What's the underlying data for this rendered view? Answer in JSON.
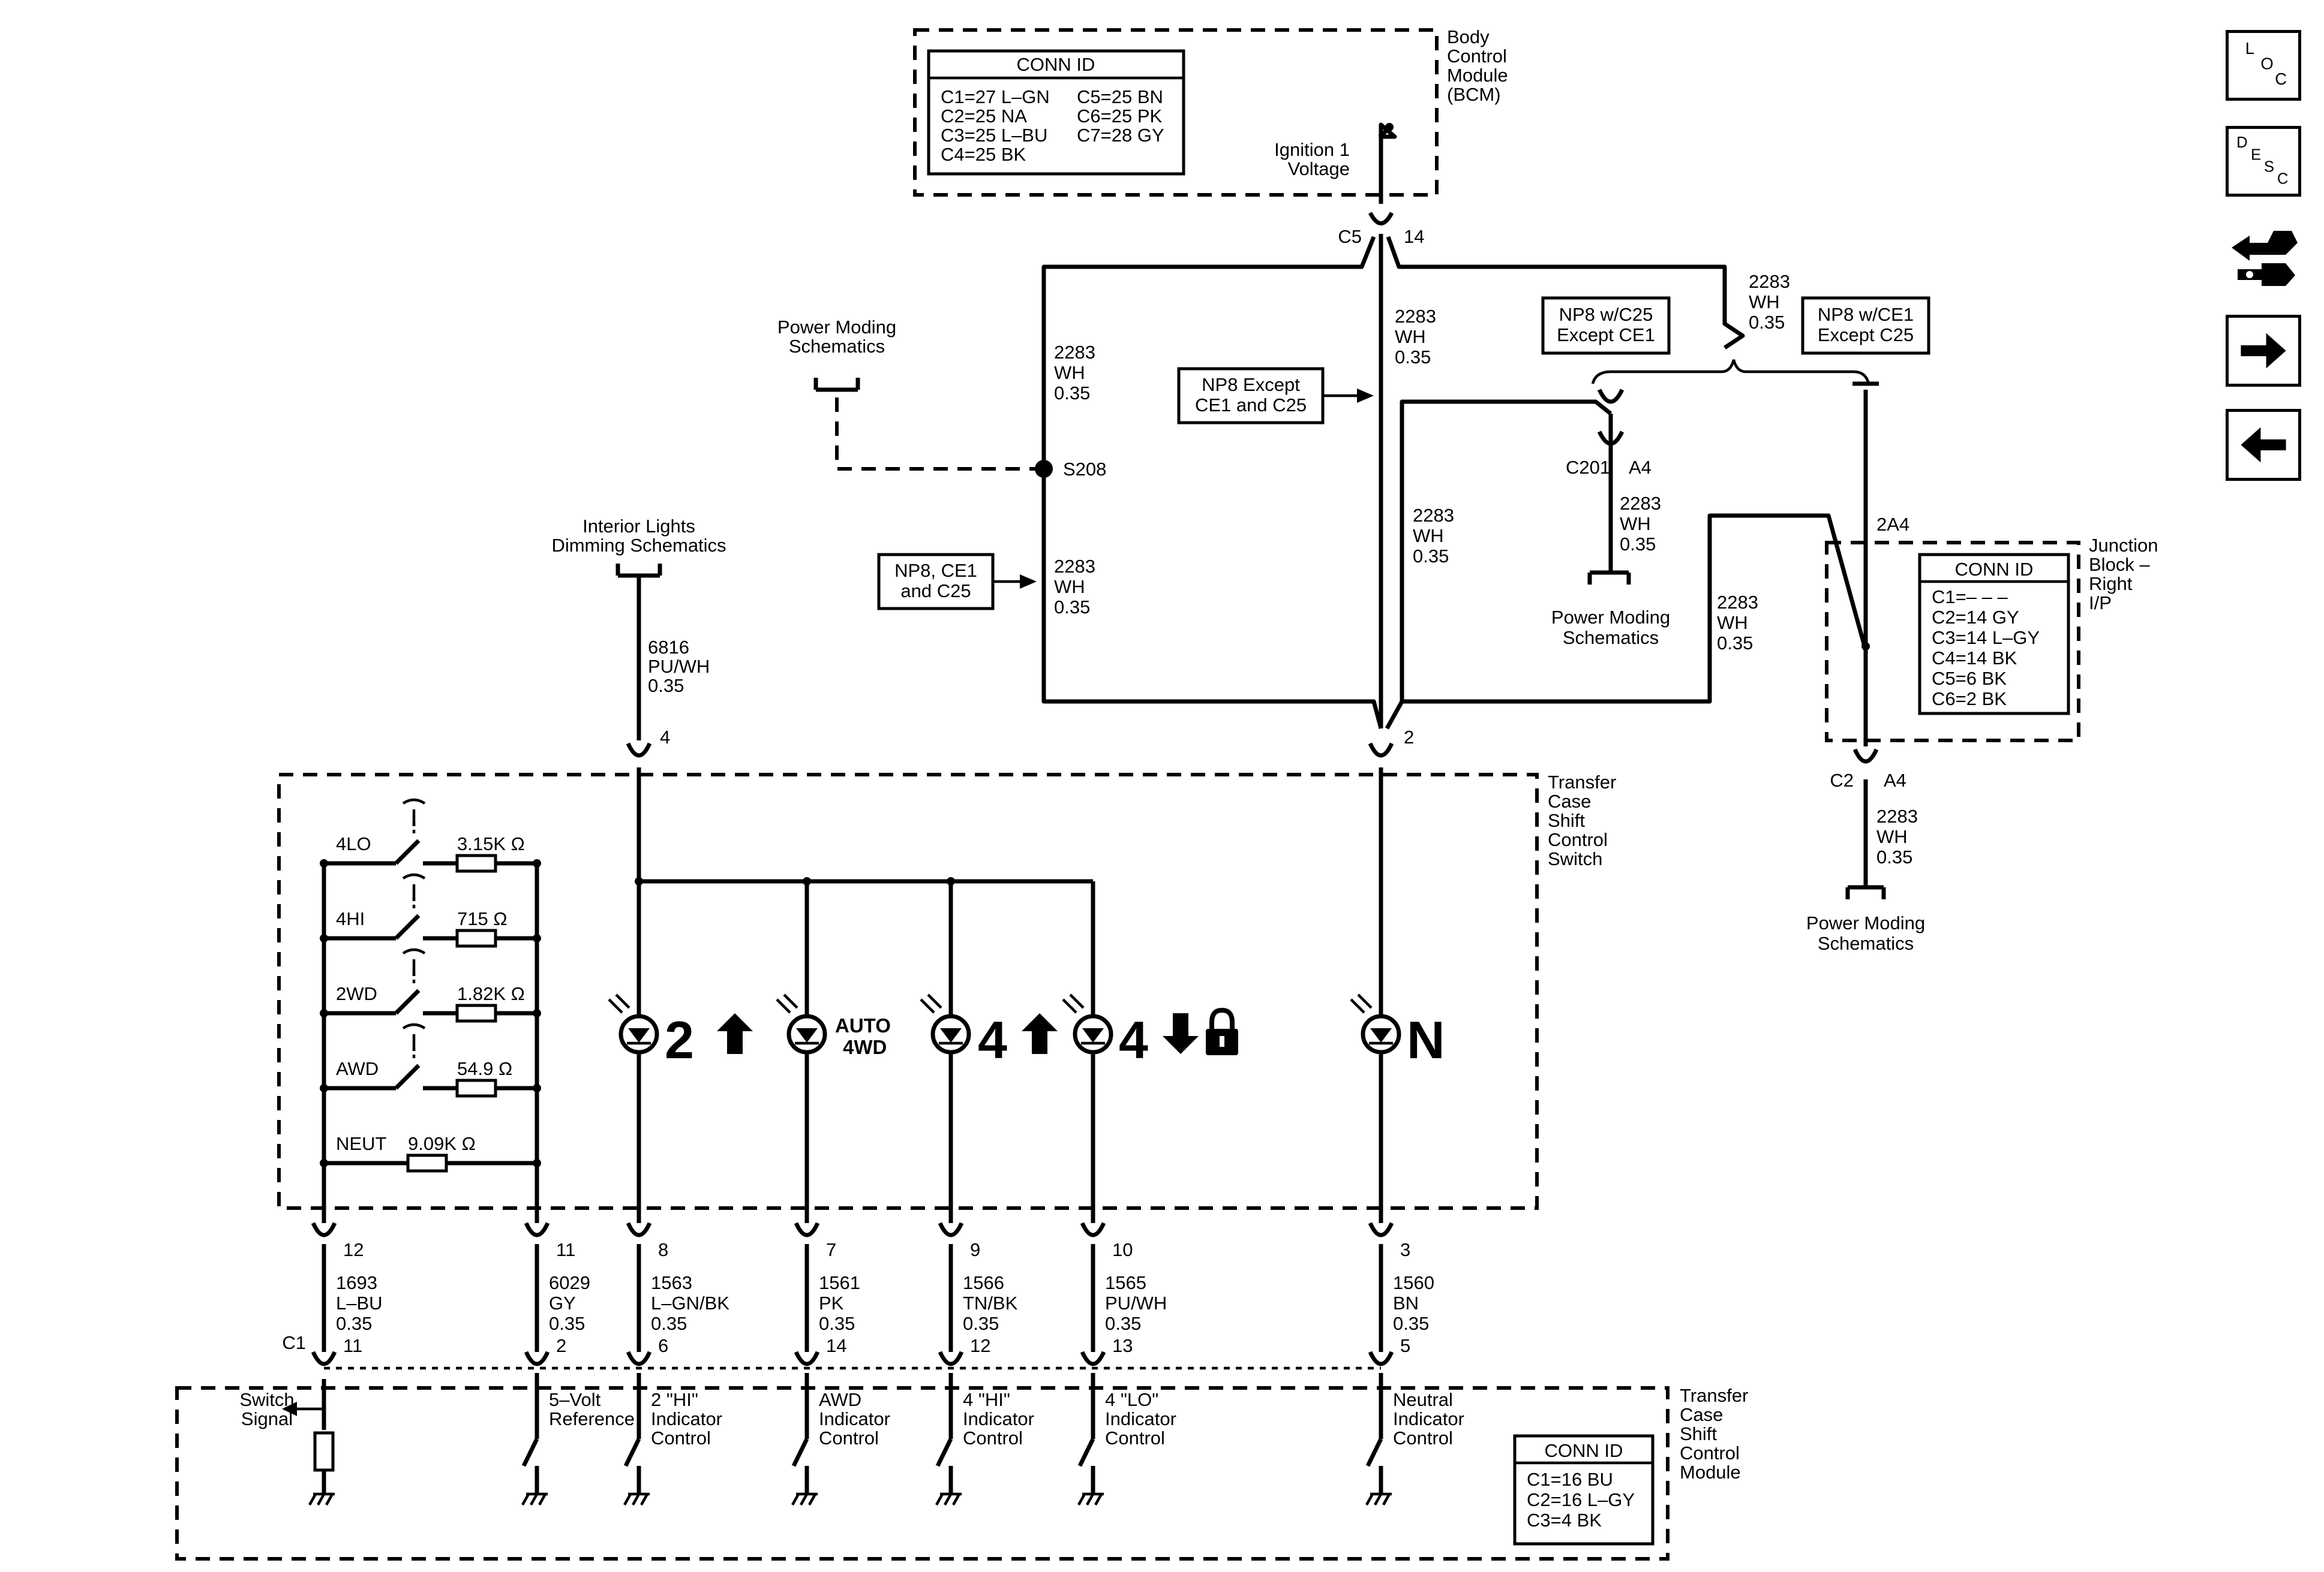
{
  "nav": {
    "loc": [
      "L",
      "O",
      "C"
    ],
    "desc": [
      "D",
      "E",
      "S",
      "C"
    ],
    "icons": [
      "component-locator-icon",
      "description-icon",
      "connector-icon",
      "next-page-icon",
      "previous-page-icon"
    ]
  },
  "bcm": {
    "title": [
      "Body",
      "Control",
      "Module",
      "(BCM)"
    ],
    "conn_title": "CONN ID",
    "conn_left": [
      "C1=27 L–GN",
      "C2=25 NA",
      "C3=25 L–BU",
      "C4=25 BK"
    ],
    "conn_right": [
      "C5=25 BN",
      "C6=25 PK",
      "C7=28 GY"
    ],
    "ign": [
      "Ignition 1",
      "Voltage"
    ],
    "c5": "C5",
    "pin14": "14"
  },
  "wires": {
    "top_right": [
      "2283",
      "WH",
      "0.35"
    ],
    "splice_upper": [
      "2283",
      "WH",
      "0.35"
    ],
    "center_upper": [
      "2283",
      "WH",
      "0.35"
    ],
    "splice_lower": [
      "2283",
      "WH",
      "0.35"
    ],
    "center_lower": [
      "2283",
      "WH",
      "0.35"
    ],
    "c201_down": [
      "2283",
      "WH",
      "0.35"
    ],
    "jb_in": [
      "2283",
      "WH",
      "0.35"
    ],
    "c2_down": [
      "2283",
      "WH",
      "0.35"
    ],
    "dimming": [
      "6816",
      "PU/WH",
      "0.35"
    ]
  },
  "labels": {
    "power_moding_1": [
      "Power Moding",
      "Schematics"
    ],
    "power_moding_2": [
      "Power Moding",
      "Schematics"
    ],
    "power_moding_3": [
      "Power Moding",
      "Schematics"
    ],
    "interior_lights": [
      "Interior Lights",
      "Dimming Schematics"
    ],
    "s208": "S208",
    "np8_except": [
      "NP8 Except",
      "CE1 and C25"
    ],
    "np8_ce1": [
      "NP8, CE1",
      "and C25"
    ],
    "np8_c25": [
      "NP8 w/C25",
      "Except CE1"
    ],
    "np8_ce1_b": [
      "NP8 w/CE1",
      "Except C25"
    ],
    "c201": "C201",
    "a4_top": "A4",
    "jb_2a4": "2A4",
    "c2": "C2",
    "a4_bottom": "A4"
  },
  "junction_block": {
    "title": [
      "Junction",
      "Block –",
      "Right",
      "I/P"
    ],
    "conn_title": "CONN ID",
    "conn": [
      "C1=– – –",
      "C2=14 GY",
      "C3=14 L–GY",
      "C4=14 BK",
      "C5=6 BK",
      "C6=2 BK"
    ]
  },
  "switch": {
    "title": [
      "Transfer",
      "Case",
      "Shift",
      "Control",
      "Switch"
    ],
    "pin4": "4",
    "pin2": "2",
    "rows": [
      {
        "mode": "4LO",
        "res": "3.15K"
      },
      {
        "mode": "4HI",
        "res": "715"
      },
      {
        "mode": "2WD",
        "res": "1.82K"
      },
      {
        "mode": "AWD",
        "res": "54.9"
      },
      {
        "mode": "NEUT",
        "res": "9.09K"
      }
    ],
    "ohm": "Ω",
    "ind_2": "2",
    "ind_auto": [
      "AUTO",
      "4WD"
    ],
    "ind_4hi": "4",
    "ind_4lo": "4",
    "ind_n": "N"
  },
  "circuits": [
    {
      "top": "12",
      "wire": [
        "1693",
        "L–BU",
        "0.35"
      ],
      "bottom": "11"
    },
    {
      "top": "11",
      "wire": [
        "6029",
        "GY",
        "0.35"
      ],
      "bottom": "2"
    },
    {
      "top": "8",
      "wire": [
        "1563",
        "L–GN/BK",
        "0.35"
      ],
      "bottom": "6"
    },
    {
      "top": "7",
      "wire": [
        "1561",
        "PK",
        "0.35"
      ],
      "bottom": "14"
    },
    {
      "top": "9",
      "wire": [
        "1566",
        "TN/BK",
        "0.35"
      ],
      "bottom": "12"
    },
    {
      "top": "10",
      "wire": [
        "1565",
        "PU/WH",
        "0.35"
      ],
      "bottom": "13"
    },
    {
      "top": "3",
      "wire": [
        "1560",
        "BN",
        "0.35"
      ],
      "bottom": "5"
    }
  ],
  "module": {
    "c1": "C1",
    "title": [
      "Transfer",
      "Case",
      "Shift",
      "Control",
      "Module"
    ],
    "conn_title": "CONN ID",
    "conn": [
      "C1=16 BU",
      "C2=16 L–GY",
      "C3=4 BK"
    ],
    "inputs": [
      [
        "Switch",
        "Signal"
      ],
      [
        "5–Volt",
        "Reference"
      ],
      [
        "2 \"HI\"",
        "Indicator",
        "Control"
      ],
      [
        "AWD",
        "Indicator",
        "Control"
      ],
      [
        "4 \"HI\"",
        "Indicator",
        "Control"
      ],
      [
        "4 \"LO\"",
        "Indicator",
        "Control"
      ],
      [
        "Neutral",
        "Indicator",
        "Control"
      ]
    ]
  }
}
